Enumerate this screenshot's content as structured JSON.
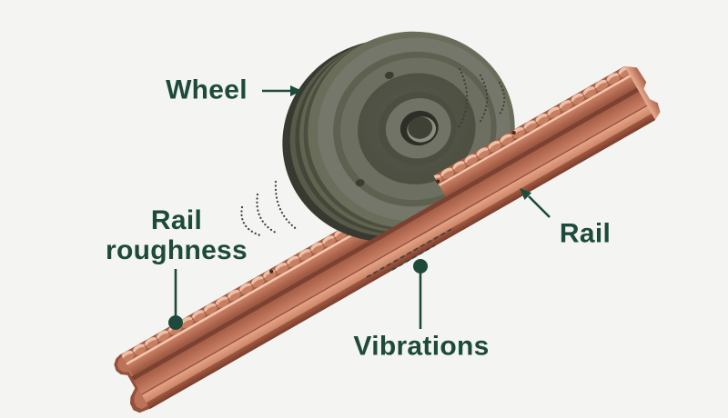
{
  "figure": {
    "background": "#f4f4f3",
    "annotation_color": "#1d4a3a",
    "vibration_mark_color": "#3e3f37",
    "labels": {
      "wheel": "Wheel",
      "rail_roughness": "Rail roughness",
      "rail": "Rail",
      "vibrations": "Vibrations"
    },
    "parts": {
      "wheel_color": "#6e7163",
      "rail_color": "#c47a5f",
      "rail_highlight_color": "#f3c6ae",
      "rail_shadow_color": "#7c4130"
    }
  }
}
